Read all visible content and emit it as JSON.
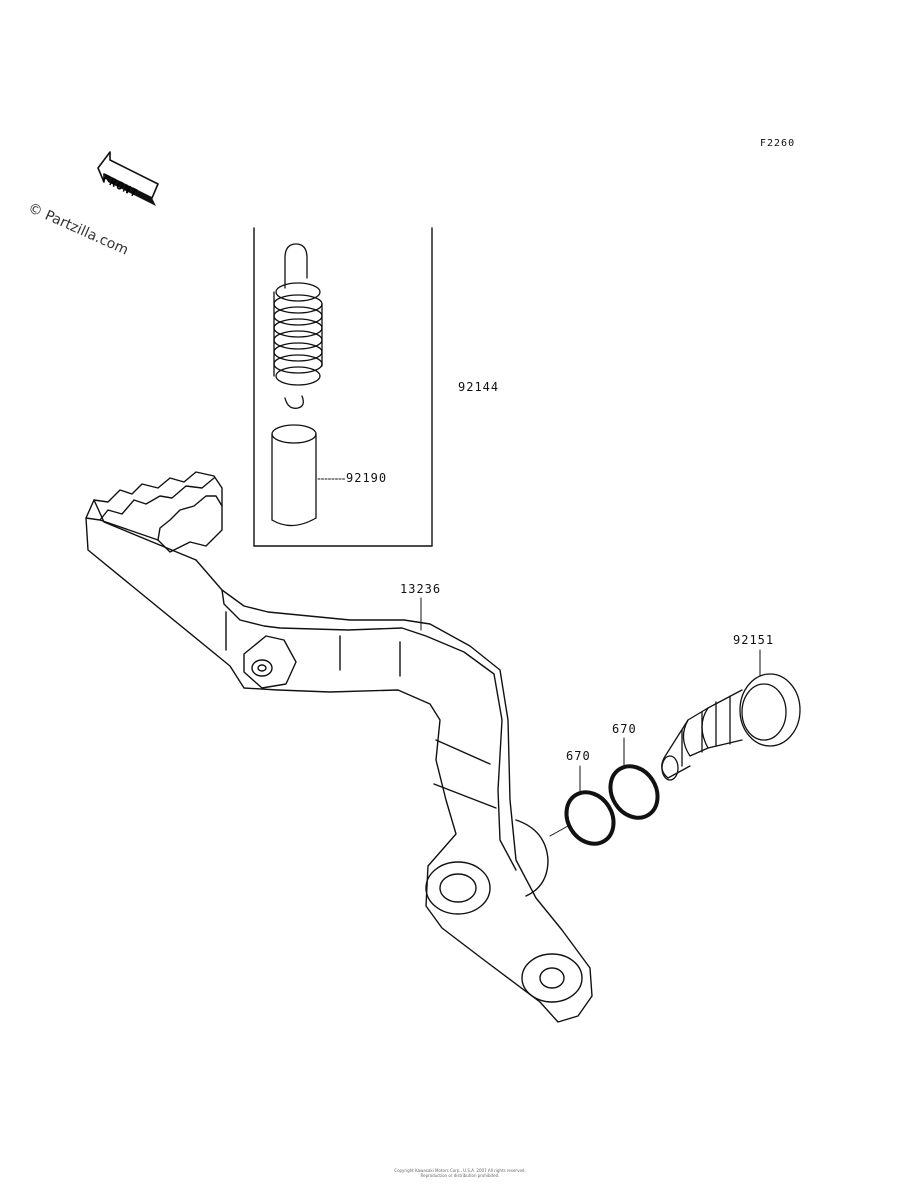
{
  "figure": {
    "id": "F2260",
    "direction_label": "FRONT",
    "watermark": "© Partzilla.com",
    "copyright_line1": "Copyright Kawasaki Motors Corp., U.S.A. 2007 All rights reserved.",
    "copyright_line2": "Reproduction or distribution prohibited."
  },
  "callouts": {
    "spring": "92144",
    "sleeve": "92190",
    "brake_pedal": "13236",
    "pivot_shaft": "92151",
    "o_ring_left": "670",
    "o_ring_right": "670"
  }
}
